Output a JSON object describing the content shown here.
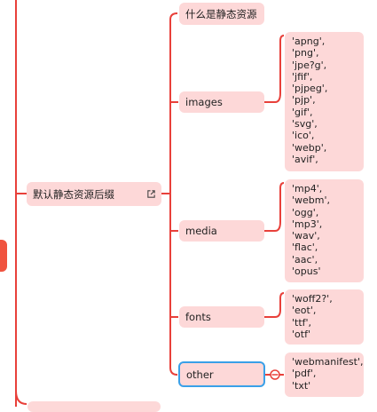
{
  "diagram": {
    "colors": {
      "line": "#e8403a",
      "node_fill": "#fdd8d8",
      "selected_border": "#3aa0e8",
      "root": "#f0533f"
    },
    "parent": {
      "label": "默认静态资源后缀",
      "icon": "external-link-icon"
    },
    "children": [
      {
        "label": "什么是静态资源"
      },
      {
        "label": "images",
        "values": [
          "'apng',",
          "'png',",
          "'jpe?g',",
          "'jfif',",
          "'pjpeg',",
          "'pjp',",
          "'gif',",
          "'svg',",
          "'ico',",
          "'webp',",
          "'avif',"
        ]
      },
      {
        "label": "media",
        "values": [
          "'mp4',",
          "'webm',",
          "'ogg',",
          "'mp3',",
          "'wav',",
          "'flac',",
          "'aac',",
          "'opus'"
        ]
      },
      {
        "label": "fonts",
        "values": [
          "'woff2?',",
          "'eot',",
          "'ttf',",
          "'otf'"
        ]
      },
      {
        "label": "other",
        "values": [
          "'webmanifest',",
          "'pdf',",
          "'txt'"
        ]
      }
    ]
  }
}
